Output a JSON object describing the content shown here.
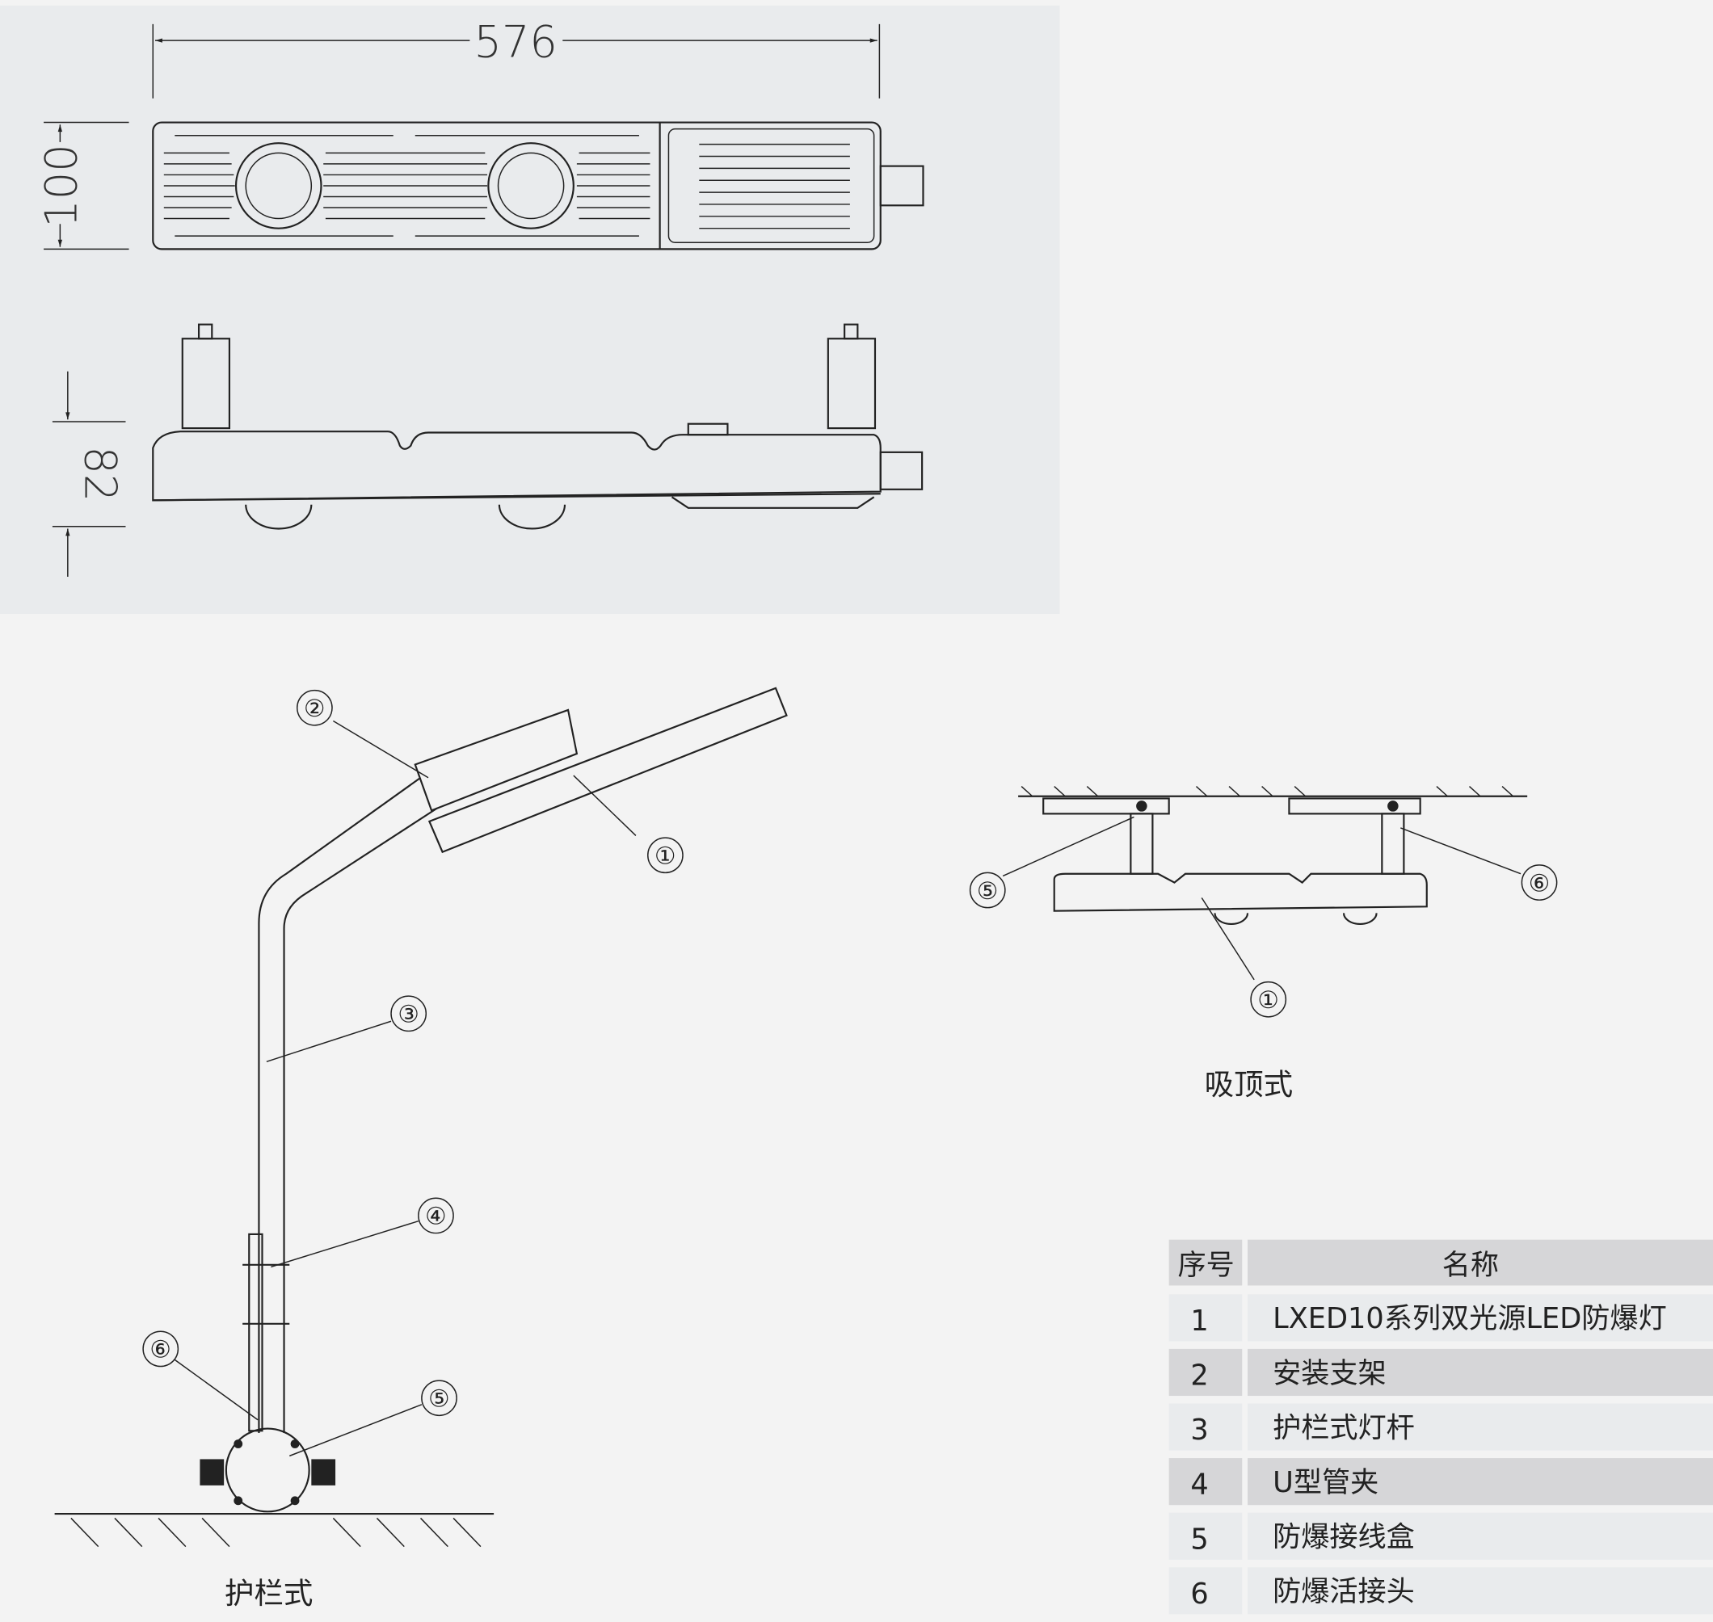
{
  "dimensions": {
    "length": "576",
    "width": "100",
    "height": "82"
  },
  "callouts": {
    "c1": "①",
    "c2": "②",
    "c3": "③",
    "c4": "④",
    "c5": "⑤",
    "c6": "⑥"
  },
  "captions": {
    "guardrail": "护栏式",
    "ceiling": "吸顶式"
  },
  "table": {
    "headers": [
      "序号",
      "名称"
    ],
    "rows": [
      {
        "no": "1",
        "name": "LXED10系列双光源LED防爆灯"
      },
      {
        "no": "2",
        "name": "安装支架"
      },
      {
        "no": "3",
        "name": "护栏式灯杆"
      },
      {
        "no": "4",
        "name": "U型管夹"
      },
      {
        "no": "5",
        "name": "防爆接线盒"
      },
      {
        "no": "6",
        "name": "防爆活接头"
      }
    ]
  },
  "colors": {
    "panel": "#e9ebed",
    "row_dark": "#d6d6d8",
    "background": "#f3f3f3"
  }
}
